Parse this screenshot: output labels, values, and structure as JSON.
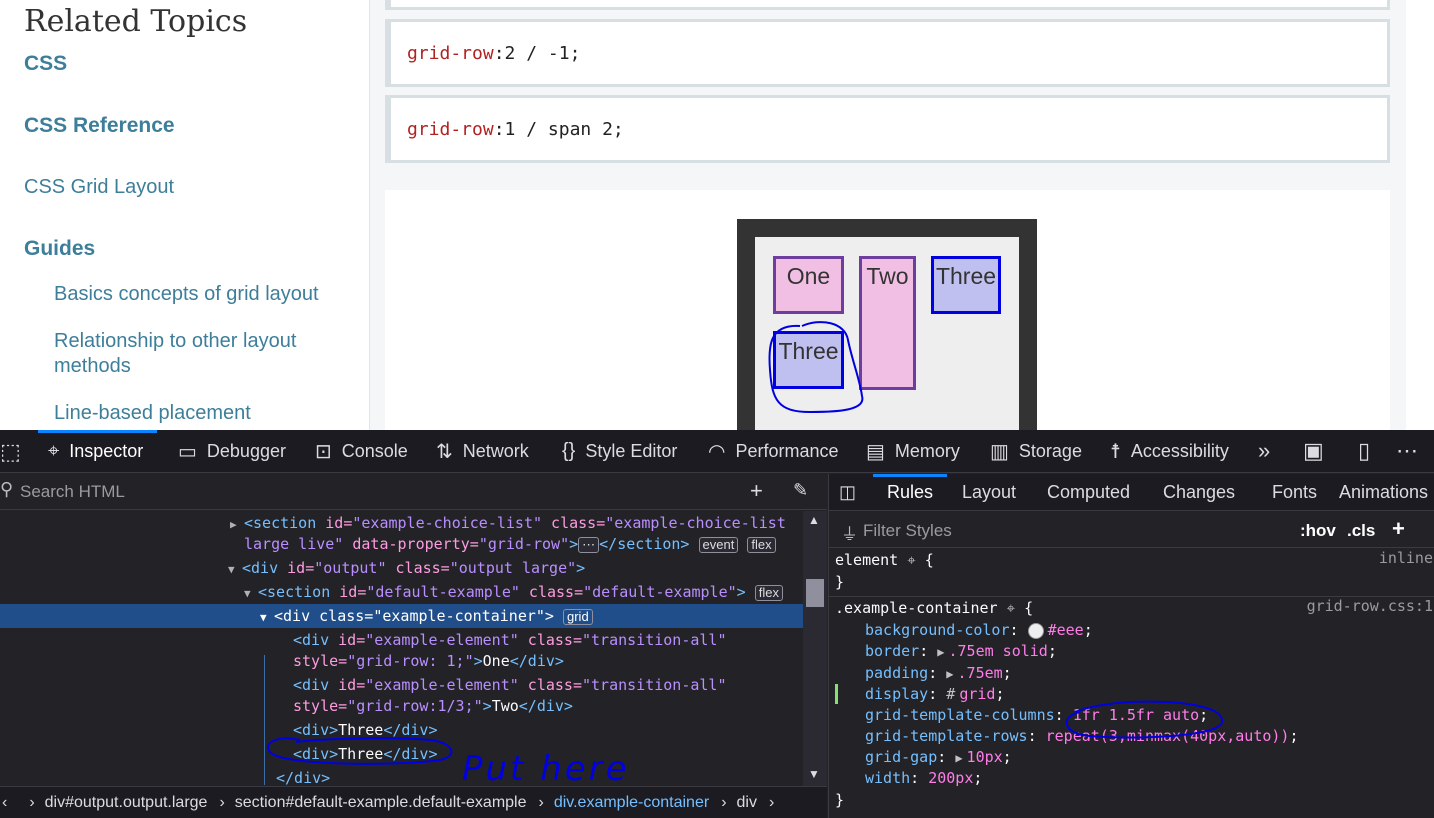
{
  "sidebar": {
    "title": "Related Topics",
    "links": [
      {
        "label": "CSS"
      },
      {
        "label": "CSS Reference"
      },
      {
        "label": "CSS Grid Layout"
      },
      {
        "label": "Guides"
      },
      {
        "label": "Basics concepts of grid layout"
      },
      {
        "label": "Relationship to other layout"
      },
      {
        "label": "methods"
      },
      {
        "label": "Line-based placement"
      }
    ]
  },
  "choices": [
    {
      "prop": "grid-row",
      "value": " 2 / -1;"
    },
    {
      "prop": "grid-row",
      "value": " 1 / span 2;"
    }
  ],
  "demo": {
    "items": [
      "One",
      "Two",
      "Three",
      "Three"
    ]
  },
  "devtools": {
    "tabs": [
      "Inspector",
      "Debugger",
      "Console",
      "Network",
      "Style Editor",
      "Performance",
      "Memory",
      "Storage",
      "Accessibility"
    ],
    "search_placeholder": "Search HTML",
    "markup": {
      "l1a": "<section",
      "l1b": " id=",
      "l1c": "\"example-choice-list\"",
      "l1d": " class=",
      "l1e": "\"example-choice-list",
      "l2a": "large live\"",
      "l2b": " data-property=",
      "l2c": "\"grid-row\"",
      "l2d": ">",
      "l2e": "</section>",
      "badge_event": "event",
      "badge_flex": "flex",
      "badge_grid": "grid",
      "l3a": "<div",
      "l3b": " id=",
      "l3c": "\"output\"",
      "l3d": " class=",
      "l3e": "\"output large\"",
      "l3f": ">",
      "l4a": "<section",
      "l4b": " id=",
      "l4c": "\"default-example\"",
      "l4d": " class=",
      "l4e": "\"default-example\"",
      "l4f": ">",
      "l5": "<div class=\"example-container\">",
      "l6a": "<div",
      "l6b": " id=",
      "l6c": "\"example-element\"",
      "l6d": " class=",
      "l6e": "\"transition-all\"",
      "l7a": "style=",
      "l7b": "\"grid-row: 1;\"",
      "l7c": ">",
      "l7d": "One",
      "l7e": "</div>",
      "l8a": "<div",
      "l8b": " id=",
      "l8c": "\"example-element\"",
      "l8d": " class=",
      "l8e": "\"transition-all\"",
      "l9a": "style=",
      "l9b": "\"grid-row:1/3;\"",
      "l9c": ">",
      "l9d": "Two",
      "l9e": "</div>",
      "l10a": "<div>",
      "l10b": "Three",
      "l10c": "</div>",
      "l11a": "<div>",
      "l11b": "Three",
      "l11c": "</div>",
      "l12": "</div>"
    },
    "breadcrumbs": [
      "div#output.output.large",
      "section#default-example.default-example",
      "div.example-container",
      "div"
    ],
    "rules_tabs": [
      "Rules",
      "Layout",
      "Computed",
      "Changes",
      "Fonts",
      "Animations"
    ],
    "filter_placeholder": "Filter Styles",
    "hov": ":hov",
    ".cls": ".cls",
    "element_selector": "element",
    "element_source": "inline",
    "container_selector": ".example-container",
    "container_source": "grid-row.css:1",
    "declarations": [
      {
        "name": "background-color",
        "value": "#eee"
      },
      {
        "name": "border",
        "value": ".75em solid"
      },
      {
        "name": "padding",
        "value": ".75em"
      },
      {
        "name": "display",
        "value": "grid"
      },
      {
        "name": "grid-template-columns",
        "value": "1fr 1.5fr auto"
      },
      {
        "name": "grid-template-rows",
        "value": "repeat(3,minmax(40px,auto))"
      },
      {
        "name": "grid-gap",
        "value": "10px"
      },
      {
        "name": "width",
        "value": "200px"
      }
    ],
    "annotation_text": "Put here"
  },
  "colors": {
    "link": "#3d7e9a",
    "devtools_bg": "#232327",
    "selection": "#204e8a",
    "pen": "#0000e0"
  }
}
